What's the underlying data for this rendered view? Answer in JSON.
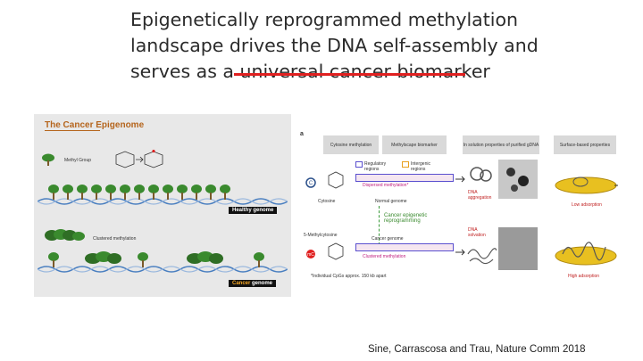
{
  "title": {
    "line1": "Epigenetically reprogrammed methylation",
    "line2": "landscape drives the DNA self-assembly and",
    "line3_prefix": "serves as a ",
    "line3_highlight": "universal cancer biomarker"
  },
  "left_figure": {
    "title": "The Cancer Epigenome",
    "methyl_label": "Methyl Group",
    "clustered_label": "Clustered methylation",
    "healthy_box": "Healthy genome",
    "cancer_box_word": "Cancer",
    "cancer_box_rest": " genome"
  },
  "right_figure": {
    "panel_letter": "a",
    "headers": [
      "Cytosine methylation",
      "Methylscape biomarker",
      "In solution properties of purified gDNA",
      "Surface-based properties"
    ],
    "regulatory": "Regulatory regions",
    "intergenic": "Intergenic regions",
    "dispersed": "Dispersed methylation*",
    "normal_genome": "Normal genome",
    "reprogramming": "Cancer epigenetic reprogramming",
    "cancer_genome": "Cancer genome",
    "clustered": "Clustered methylation",
    "cytosine": "Cytosine",
    "methylcytosine": "5-Methylcytosine",
    "footnote": "*Individual CpGs approx. 150 kb apart",
    "dna_aggregation": "DNA aggregation",
    "dna_solvation": "DNA solvation",
    "low_adsorption": "Low adsorption",
    "high_adsorption": "High adsorption"
  },
  "citation": "Sine, Carrascosa and Trau, Nature Comm 2018",
  "colors": {
    "accent": "#e02020",
    "title_text": "#2b2b2b",
    "tree_green": "#3a8a2e",
    "dna_blue": "#4a7fc0",
    "gold": "#e8c020"
  }
}
